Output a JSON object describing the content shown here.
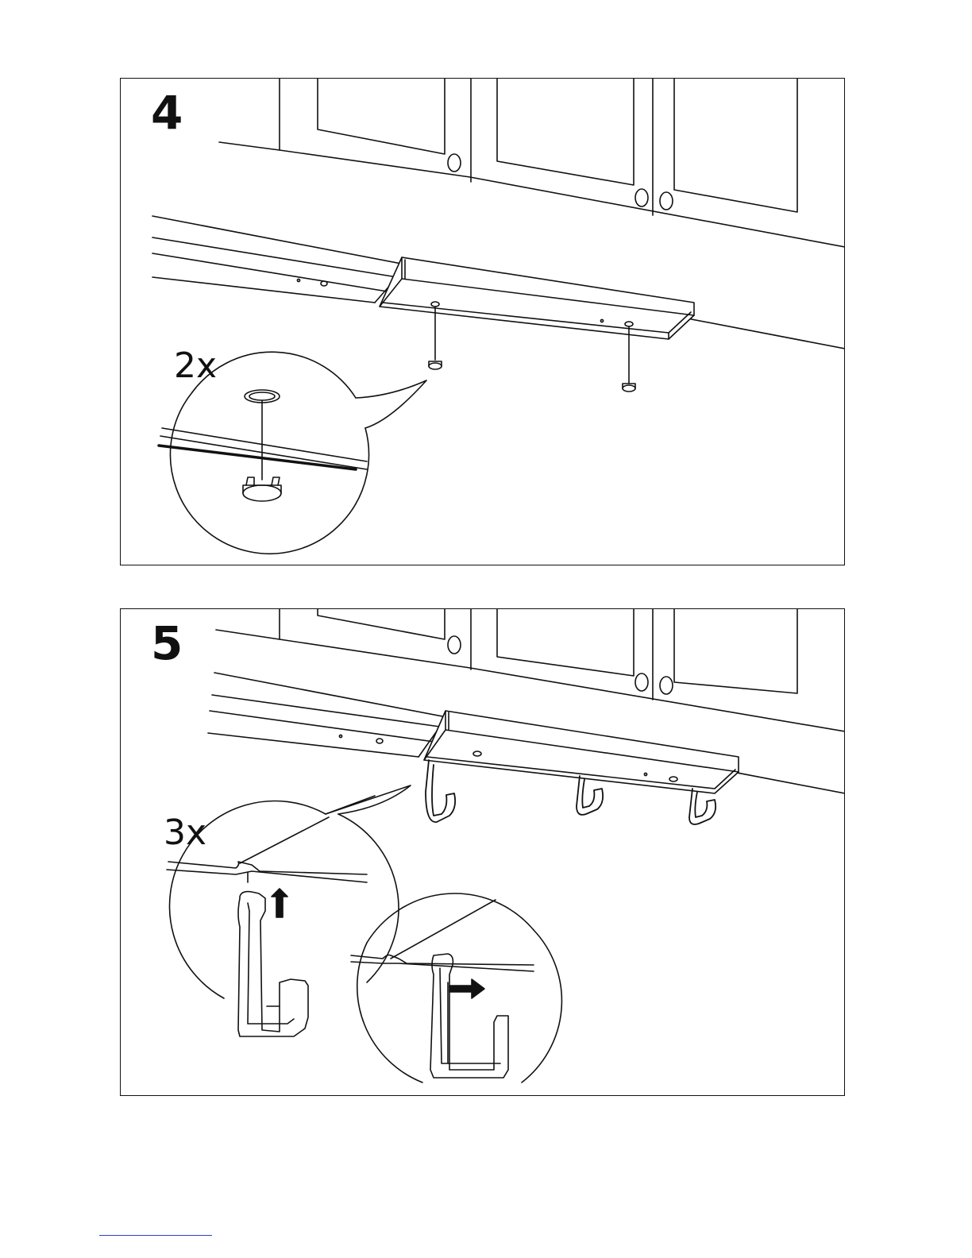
{
  "steps": [
    {
      "number": "4",
      "quantity": "2x",
      "part": "cap"
    },
    {
      "number": "5",
      "quantity": "3x",
      "part": "hook"
    }
  ],
  "colors": {
    "ink": "#111111",
    "paper": "#ffffff",
    "footer_rule": "#2a3fd0"
  }
}
